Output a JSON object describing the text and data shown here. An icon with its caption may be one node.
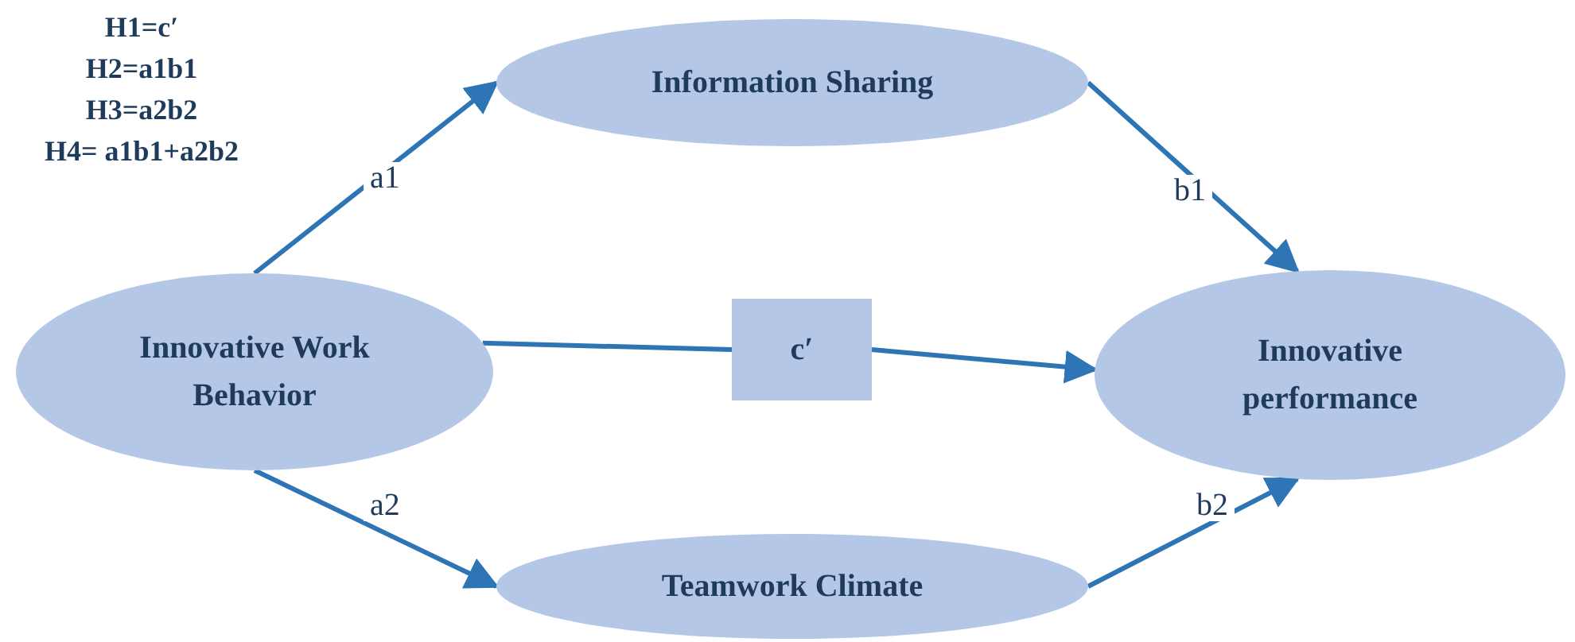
{
  "diagram": {
    "nodes": [
      {
        "text": [
          "Innovative Work Behavior"
        ]
      },
      {
        "text": [
          "Information Sharing"
        ]
      },
      {
        "text": [
          "Teamwork Climate"
        ]
      },
      {
        "text": [
          "c′"
        ]
      },
      {
        "text": [
          "Innovative performance"
        ]
      }
    ],
    "edges": [
      {
        "from": 0,
        "to": 1,
        "arrow": "to",
        "label": "a1"
      },
      {
        "from": 1,
        "to": 4,
        "arrow": "to",
        "label": "b1"
      },
      {
        "from": 0,
        "to": 2,
        "arrow": "to",
        "label": "a2"
      },
      {
        "from": 2,
        "to": 4,
        "arrow": "to",
        "label": "b2"
      },
      {
        "from": 0,
        "to": 3,
        "arrow": "none"
      },
      {
        "from": 3,
        "to": 4,
        "arrow": "to"
      }
    ],
    "labels": [
      "H1=c′",
      "H2=a1b1",
      "H3=a2b2",
      "H4= a1b1+a2b2"
    ]
  }
}
